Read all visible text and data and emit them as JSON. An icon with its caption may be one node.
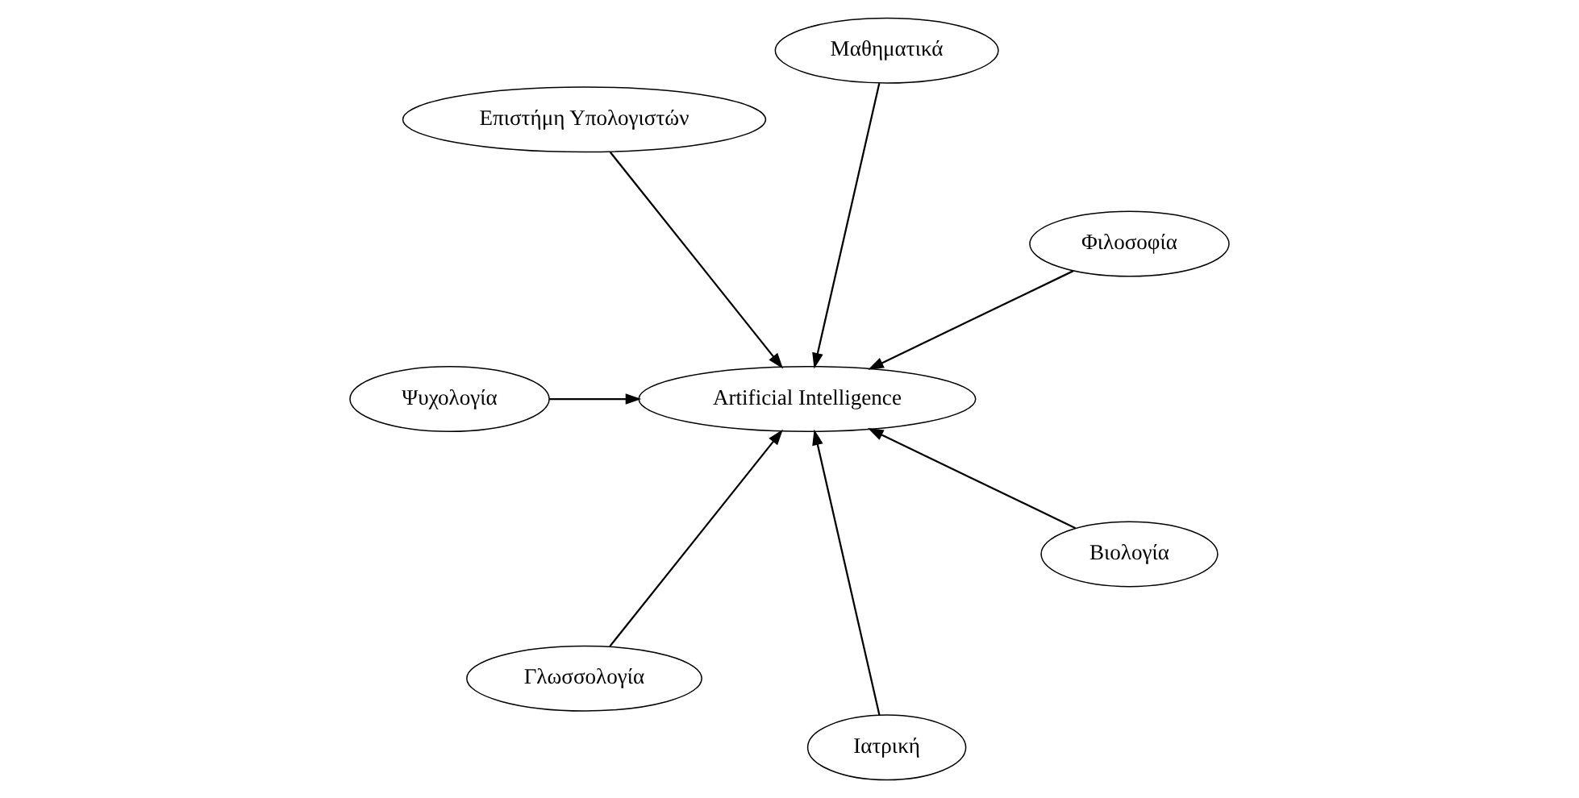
{
  "diagram": {
    "nodes": [
      {
        "text": [
          "Φιλοσοφία"
        ]
      },
      {
        "text": [
          "Μαθηματικά"
        ]
      },
      {
        "text": [
          "Επιστήμη Υπολογιστών"
        ]
      },
      {
        "text": [
          "Ψυχολογία"
        ]
      },
      {
        "text": [
          "Artificial Intelligence"
        ]
      },
      {
        "text": [
          "Γλωσσολογία"
        ]
      },
      {
        "text": [
          "Ιατρική"
        ]
      },
      {
        "text": [
          "Βιολογία"
        ]
      }
    ],
    "edges": [
      {
        "from": 0,
        "to": 4,
        "arrow": "to"
      },
      {
        "from": 1,
        "to": 4,
        "arrow": "to"
      },
      {
        "from": 2,
        "to": 4,
        "arrow": "to"
      },
      {
        "from": 3,
        "to": 4,
        "arrow": "to"
      },
      {
        "from": 5,
        "to": 4,
        "arrow": "to"
      },
      {
        "from": 6,
        "to": 4,
        "arrow": "to"
      },
      {
        "from": 7,
        "to": 4,
        "arrow": "to"
      }
    ]
  }
}
